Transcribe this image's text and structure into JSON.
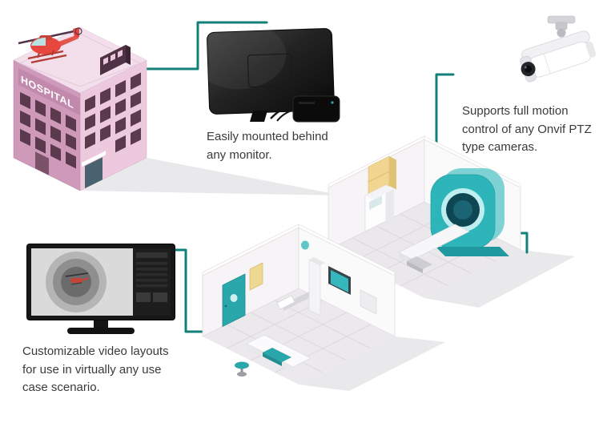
{
  "page": {
    "background": "#ffffff",
    "description": "Isometric marketing diagram of a hospital video system: hospital building, monitor with rear-mounted player, PTZ camera, MRI room, X-ray exam room and a monitor with customizable video layouts, linked by teal connector lines."
  },
  "colors": {
    "connector": "#13807a",
    "accent_teal": "#2aa7ab",
    "mri_teal": "#2eb5ba",
    "building_pink": "#cf9ab9",
    "building_pink_light": "#ecc9dd",
    "window_maroon": "#5c3a4d",
    "helicopter_red": "#e8473f",
    "shadow": "#e7e6e8",
    "caption_text": "#3a3a3a"
  },
  "labels": {
    "hospital_sign": "HOSPITAL"
  },
  "captions": {
    "monitor_back": "Easily mounted behind any monitor.",
    "ptz_camera": "Supports full motion control of any Onvif PTZ type cameras.",
    "video_layouts": "Customizable video layouts for use in virtually any use case scenario."
  },
  "illustrations": {
    "hospital": "pink isometric hospital building with red helicopter on roof",
    "monitor_rear": "rear view of a monitor with compact media player and cables",
    "ptz_camera": "white Onvif PTZ bullet camera on ceiling mount",
    "mri_room": "isometric MRI scanner room with teal scanner and patient table",
    "exam_room": "isometric X-ray exam room with teal door, exam table and stool",
    "monitor_front": "monitor showing video layout software with fisheye camera view"
  }
}
